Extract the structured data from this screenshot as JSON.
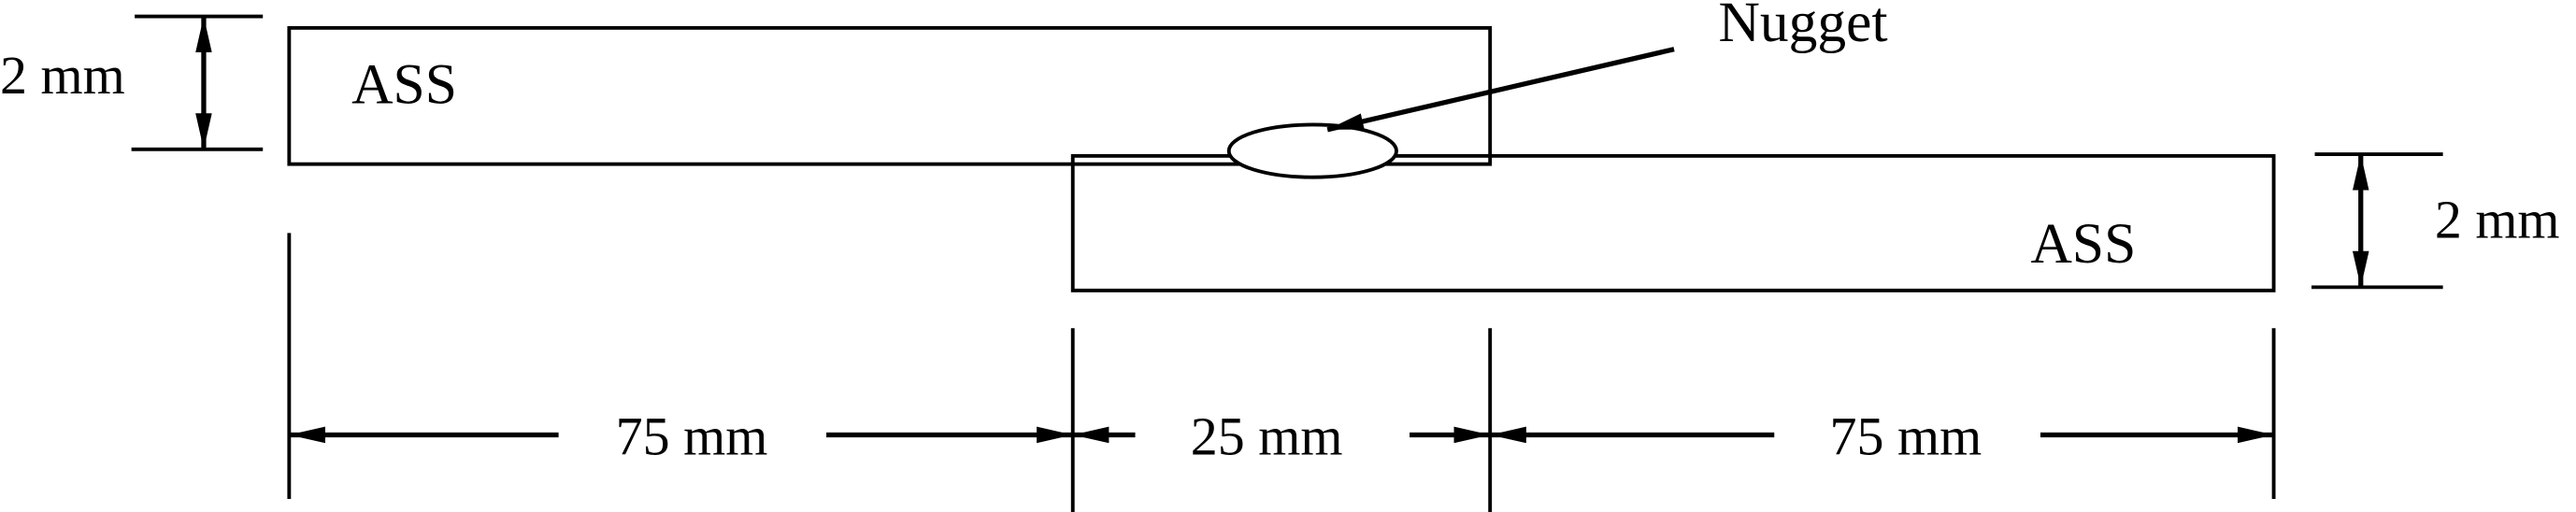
{
  "diagram": {
    "top_sheet": {
      "label": "ASS"
    },
    "bottom_sheet": {
      "label": "ASS"
    },
    "nugget": {
      "label": "Nugget"
    },
    "thickness_top": {
      "label": "2 mm"
    },
    "thickness_bottom": {
      "label": "2 mm"
    },
    "length_left": {
      "label": "75 mm"
    },
    "overlap": {
      "label": "25 mm"
    },
    "length_right": {
      "label": "75 mm"
    },
    "colors": {
      "line": "#000000",
      "background": "#ffffff"
    }
  }
}
